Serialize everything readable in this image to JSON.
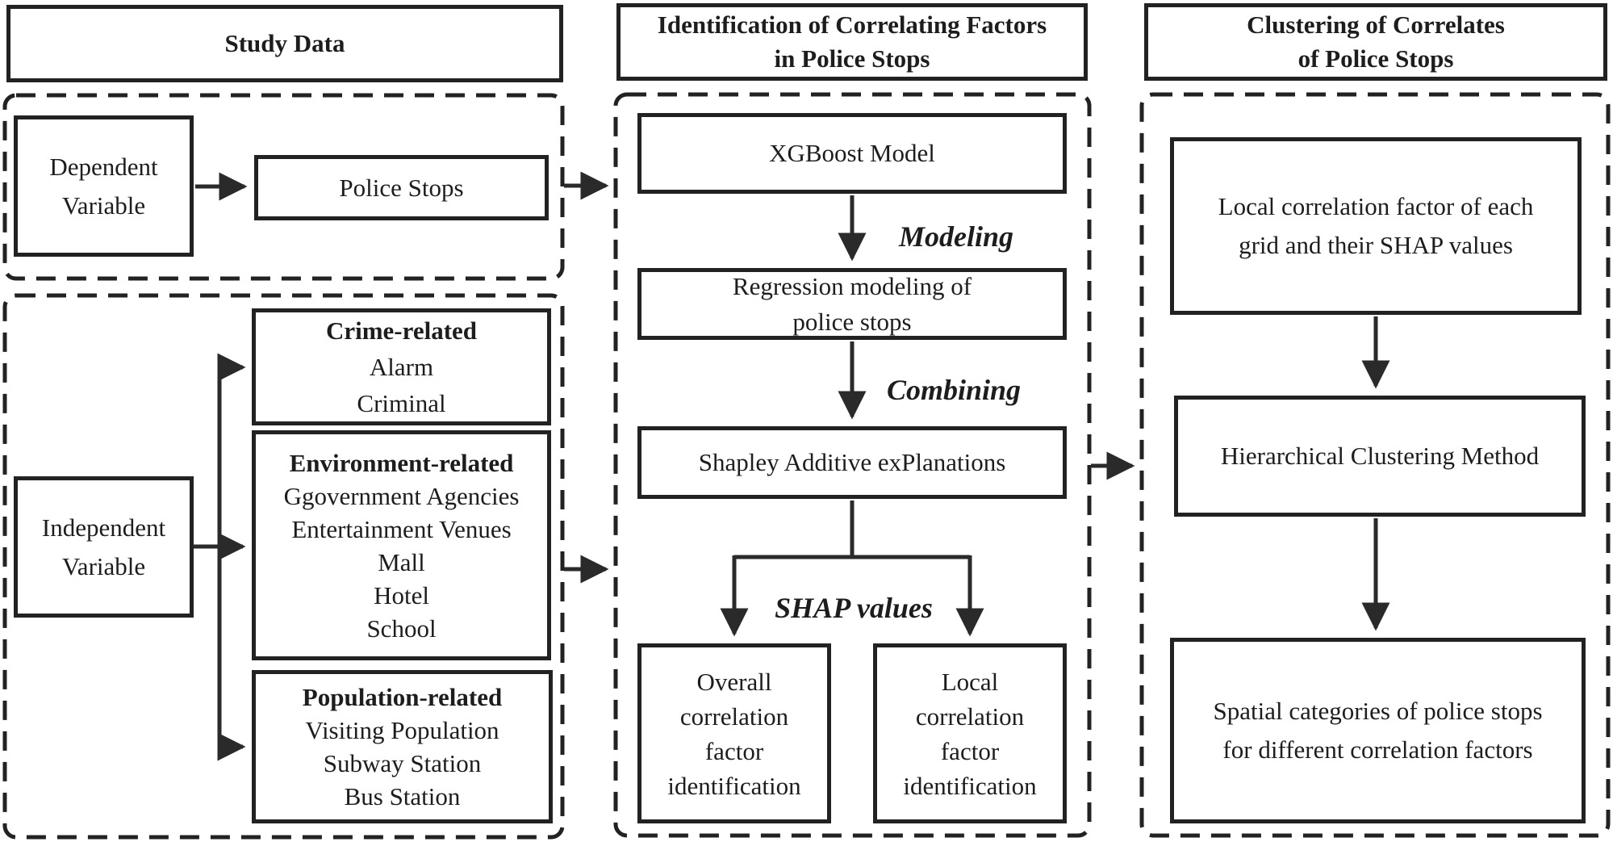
{
  "diagram": {
    "col1": {
      "header": "Study Data",
      "dependent_box": {
        "line1": "Dependent",
        "line2": "Variable"
      },
      "police_box": {
        "label": "Police Stops"
      },
      "independent_box": {
        "line1": "Independent",
        "line2": "Variable"
      },
      "crime_box": {
        "title": "Crime-related",
        "items": [
          "Alarm",
          "Criminal"
        ]
      },
      "environment_box": {
        "title": "Environment-related",
        "items": [
          "Ggovernment Agencies",
          "Entertainment Venues",
          "Mall",
          "Hotel",
          "School"
        ]
      },
      "population_box": {
        "title": "Population-related",
        "items": [
          "Visiting Population",
          "Subway Station",
          "Bus Station"
        ]
      }
    },
    "col2": {
      "header": {
        "line1": "Identification of Correlating Factors",
        "line2": "in Police Stops"
      },
      "xgboost_box": {
        "label": "XGBoost Model"
      },
      "regression_box": {
        "line1": "Regression modeling of",
        "line2": "police stops"
      },
      "shapley_box": {
        "label": "Shapley Additive exPlanations"
      },
      "labels": {
        "modeling": "Modeling",
        "combining": "Combining",
        "shap_values": "SHAP values"
      },
      "overall_box": {
        "lines": [
          "Overall",
          "correlation",
          "factor",
          "identification"
        ]
      },
      "local_box": {
        "lines": [
          "Local",
          "correlation",
          "factor",
          "identification"
        ]
      }
    },
    "col3": {
      "header": {
        "line1": "Clustering of Correlates",
        "line2": "of Police Stops"
      },
      "grid_box": {
        "line1": "Local correlation factor of each",
        "line2": "grid and their SHAP values"
      },
      "hierarchical_box": {
        "label": "Hierarchical Clustering Method"
      },
      "spatial_box": {
        "line1": "Spatial categories of police stops",
        "line2": "for different correlation factors"
      }
    },
    "colors": {
      "ink": "#222222",
      "text": "#1d1d1d",
      "background": "#ffffff"
    }
  }
}
